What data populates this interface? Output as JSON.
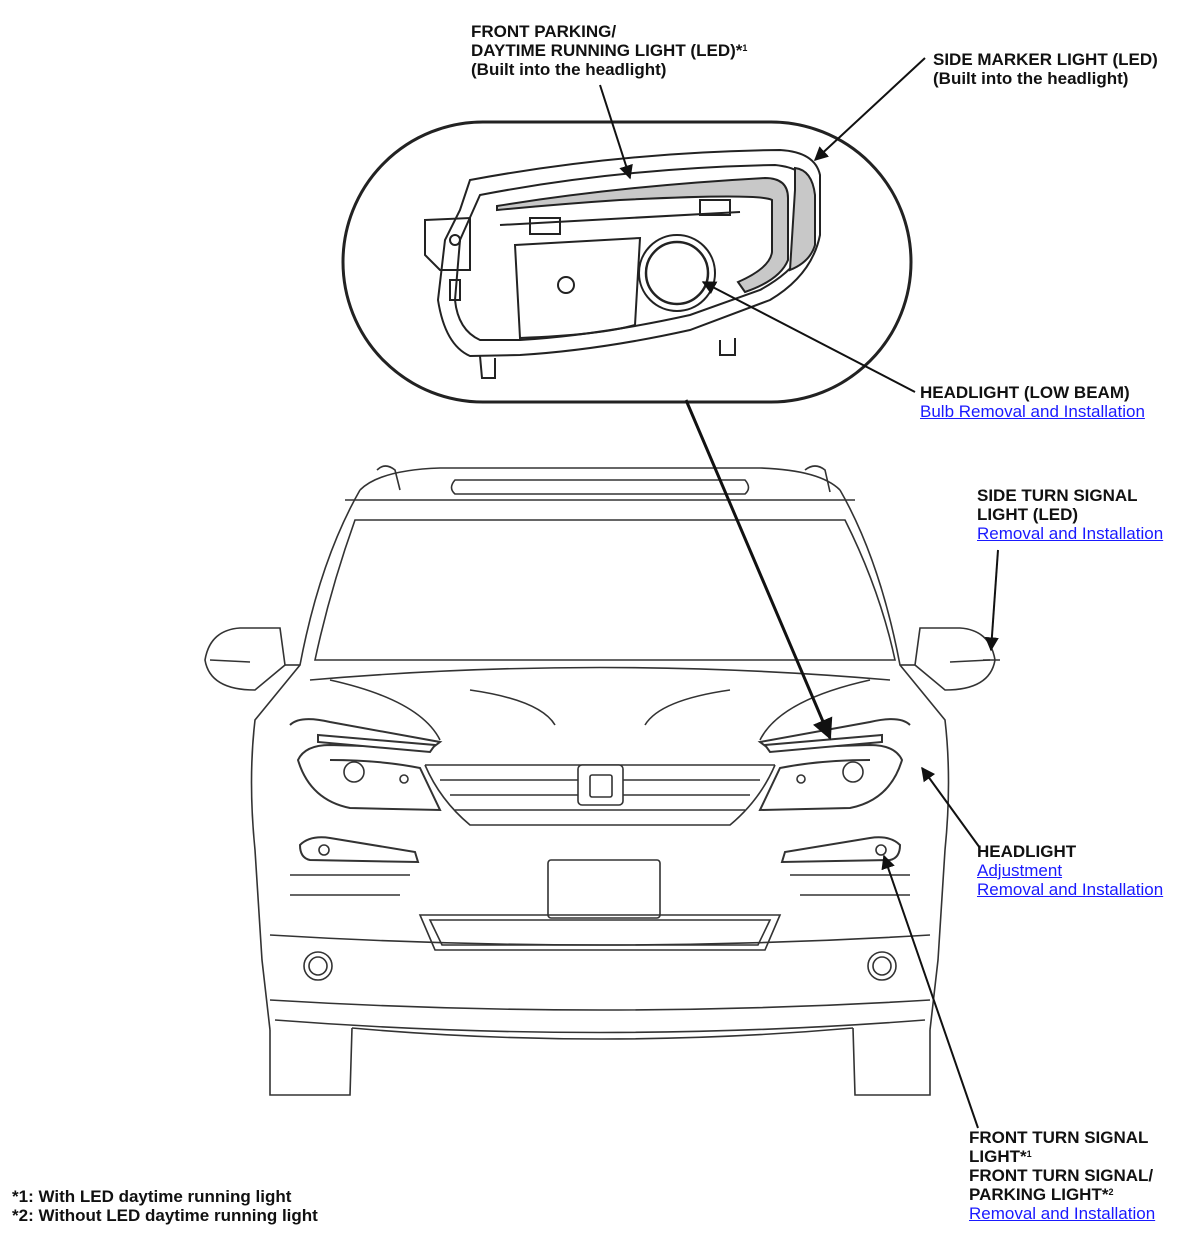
{
  "labels": {
    "front_parking": {
      "line1": "FRONT PARKING/",
      "line2": "DAYTIME RUNNING LIGHT (LED)*",
      "line2_sup": "1",
      "line3": "(Built into the headlight)"
    },
    "side_marker": {
      "line1": "SIDE MARKER LIGHT (LED)",
      "line2": "(Built into the headlight)"
    },
    "low_beam": {
      "title": "HEADLIGHT (LOW BEAM)",
      "link": "Bulb Removal and Installation"
    },
    "side_turn": {
      "line1": "SIDE TURN SIGNAL",
      "line2": "LIGHT (LED)",
      "link": "Removal and Installation"
    },
    "headlight": {
      "title": "HEADLIGHT",
      "link1": "Adjustment",
      "link2": "Removal and Installation"
    },
    "front_turn": {
      "line1": "FRONT TURN SIGNAL",
      "line2": "LIGHT*",
      "line2_sup": "1",
      "line3": "FRONT TURN SIGNAL/",
      "line4": "PARKING LIGHT*",
      "line4_sup": "2",
      "link": "Removal and Installation"
    }
  },
  "footnotes": {
    "note1": "*1: With LED daytime running light",
    "note2": "*2: Without LED daytime running light"
  },
  "colors": {
    "line": "#222222",
    "highlight_fill": "#c8c8c8",
    "link": "#1a1aff"
  }
}
